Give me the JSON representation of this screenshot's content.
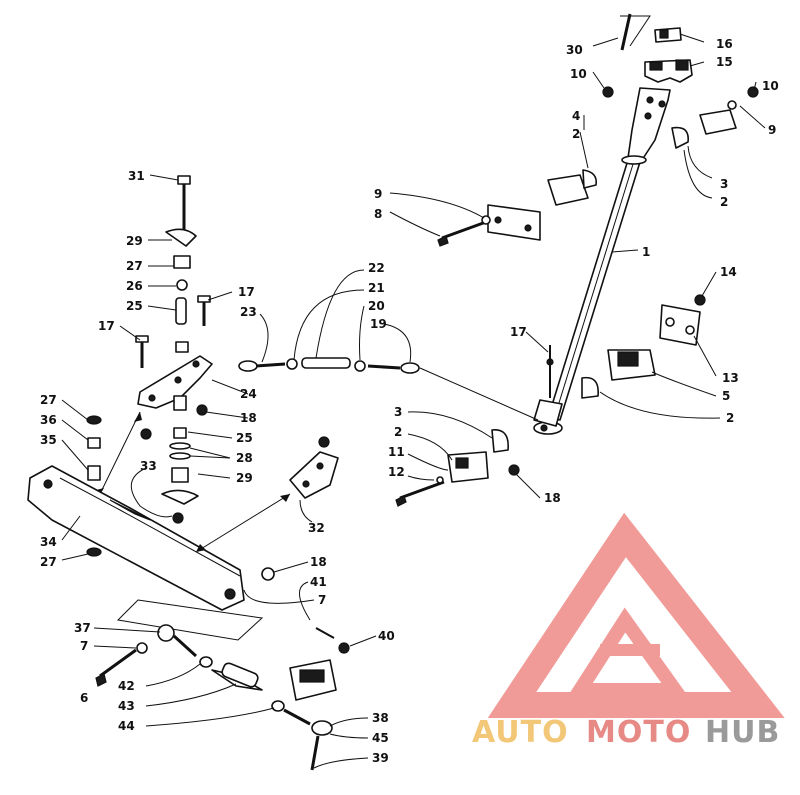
{
  "diagram": {
    "callouts": [
      {
        "id": "c30",
        "text": "30"
      },
      {
        "id": "c16",
        "text": "16"
      },
      {
        "id": "c15",
        "text": "15"
      },
      {
        "id": "c10a",
        "text": "10"
      },
      {
        "id": "c10b",
        "text": "10"
      },
      {
        "id": "c9a",
        "text": "9"
      },
      {
        "id": "c4",
        "text": "4"
      },
      {
        "id": "c2a",
        "text": "2"
      },
      {
        "id": "c3a",
        "text": "3"
      },
      {
        "id": "c2b",
        "text": "2"
      },
      {
        "id": "c9b",
        "text": "9"
      },
      {
        "id": "c8",
        "text": "8"
      },
      {
        "id": "c1",
        "text": "1"
      },
      {
        "id": "c31",
        "text": "31"
      },
      {
        "id": "c29a",
        "text": "29"
      },
      {
        "id": "c27a",
        "text": "27"
      },
      {
        "id": "c26",
        "text": "26"
      },
      {
        "id": "c25a",
        "text": "25"
      },
      {
        "id": "c17a",
        "text": "17"
      },
      {
        "id": "c17b",
        "text": "17"
      },
      {
        "id": "c22",
        "text": "22"
      },
      {
        "id": "c21",
        "text": "21"
      },
      {
        "id": "c20",
        "text": "20"
      },
      {
        "id": "c23",
        "text": "23"
      },
      {
        "id": "c19",
        "text": "19"
      },
      {
        "id": "c14",
        "text": "14"
      },
      {
        "id": "c17c",
        "text": "17"
      },
      {
        "id": "c13",
        "text": "13"
      },
      {
        "id": "c5",
        "text": "5"
      },
      {
        "id": "c24",
        "text": "24"
      },
      {
        "id": "c18a",
        "text": "18"
      },
      {
        "id": "c27b",
        "text": "27"
      },
      {
        "id": "c36",
        "text": "36"
      },
      {
        "id": "c35",
        "text": "35"
      },
      {
        "id": "c25b",
        "text": "25"
      },
      {
        "id": "c28",
        "text": "28"
      },
      {
        "id": "c29b",
        "text": "29"
      },
      {
        "id": "c33",
        "text": "33"
      },
      {
        "id": "c2c",
        "text": "2"
      },
      {
        "id": "c3b",
        "text": "3"
      },
      {
        "id": "c2d",
        "text": "2"
      },
      {
        "id": "c11",
        "text": "11"
      },
      {
        "id": "c12",
        "text": "12"
      },
      {
        "id": "c18b",
        "text": "18"
      },
      {
        "id": "c32",
        "text": "32"
      },
      {
        "id": "c34",
        "text": "34"
      },
      {
        "id": "c27c",
        "text": "27"
      },
      {
        "id": "c18c",
        "text": "18"
      },
      {
        "id": "c41",
        "text": "41"
      },
      {
        "id": "c7a",
        "text": "7"
      },
      {
        "id": "c37",
        "text": "37"
      },
      {
        "id": "c7b",
        "text": "7"
      },
      {
        "id": "c40",
        "text": "40"
      },
      {
        "id": "c6",
        "text": "6"
      },
      {
        "id": "c42",
        "text": "42"
      },
      {
        "id": "c43",
        "text": "43"
      },
      {
        "id": "c44",
        "text": "44"
      },
      {
        "id": "c38",
        "text": "38"
      },
      {
        "id": "c45",
        "text": "45"
      },
      {
        "id": "c39",
        "text": "39"
      }
    ]
  },
  "watermark": {
    "part1": "AUTO",
    "part2": "MOTO",
    "part3": "HUB",
    "colors": {
      "auto": "#f2c777",
      "moto": "#e78a86",
      "hub": "#9a9a9a",
      "triangle": "#ee8a86"
    }
  }
}
